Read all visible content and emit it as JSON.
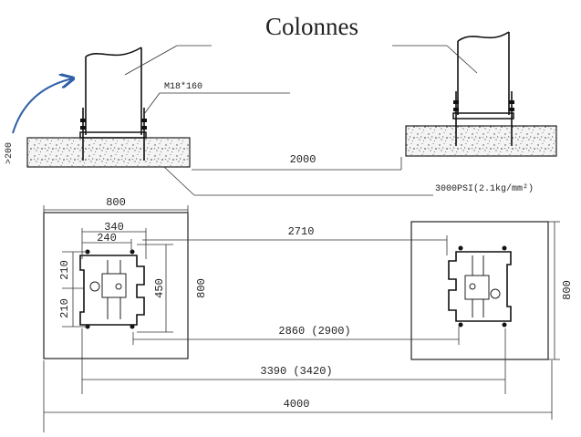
{
  "title": "Colonnes",
  "labels": {
    "bolt": "M18*160",
    "slab_thickness": ">200",
    "column_spacing_top": "2000",
    "concrete_spec": "3000PSI(2.1kg/mm²)",
    "pad_width": "800",
    "dim_340": "340",
    "dim_240": "240",
    "dim_210_upper": "210",
    "dim_210_lower": "210",
    "dim_450": "450",
    "dim_800_left": "800",
    "dim_2710": "2710",
    "dim_800_right": "800",
    "dim_2860": "2860 (2900)",
    "dim_3390": "3390 (3420)",
    "dim_4000": "4000"
  },
  "colors": {
    "ink": "#222222",
    "arrow": "#2f5fa8"
  }
}
